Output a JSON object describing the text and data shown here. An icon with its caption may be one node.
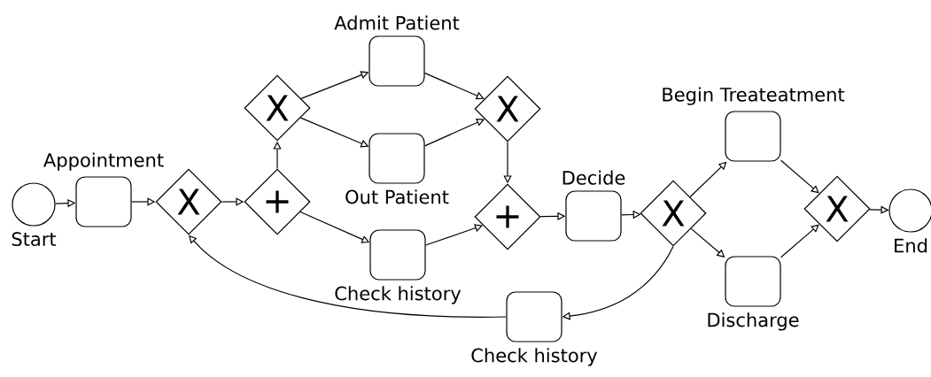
{
  "diagram": {
    "nodes": [
      {
        "text": [
          "Start"
        ]
      },
      {
        "text": [
          "Appointment"
        ]
      },
      {
        "text": [
          "X"
        ]
      },
      {
        "text": [
          "+"
        ]
      },
      {
        "text": [
          "X"
        ]
      },
      {
        "text": [
          "Admit Patient"
        ]
      },
      {
        "text": [
          "Out Patient"
        ]
      },
      {
        "text": [
          "Check history"
        ]
      },
      {
        "text": [
          "X"
        ]
      },
      {
        "text": [
          "+"
        ]
      },
      {
        "text": [
          "Decide"
        ]
      },
      {
        "text": [
          "X"
        ]
      },
      {
        "text": [
          "Begin Treateatment"
        ]
      },
      {
        "text": [
          "Discharge"
        ]
      },
      {
        "text": [
          "X"
        ]
      },
      {
        "text": [
          "End"
        ]
      },
      {
        "text": [
          "Check history"
        ]
      }
    ],
    "edges": [
      {
        "from": 0,
        "to": 1,
        "arrow": "to"
      },
      {
        "from": 1,
        "to": 2,
        "arrow": "to"
      },
      {
        "from": 2,
        "to": 3,
        "arrow": "to"
      },
      {
        "from": 3,
        "to": 4,
        "arrow": "to"
      },
      {
        "from": 4,
        "to": 5,
        "arrow": "to"
      },
      {
        "from": 4,
        "to": 6,
        "arrow": "to"
      },
      {
        "from": 3,
        "to": 7,
        "arrow": "to"
      },
      {
        "from": 5,
        "to": 8,
        "arrow": "to"
      },
      {
        "from": 6,
        "to": 8,
        "arrow": "to"
      },
      {
        "from": 8,
        "to": 9,
        "arrow": "to"
      },
      {
        "from": 7,
        "to": 9,
        "arrow": "to"
      },
      {
        "from": 9,
        "to": 10,
        "arrow": "to"
      },
      {
        "from": 10,
        "to": 11,
        "arrow": "to"
      },
      {
        "from": 11,
        "to": 12,
        "arrow": "to"
      },
      {
        "from": 11,
        "to": 13,
        "arrow": "to"
      },
      {
        "from": 12,
        "to": 14,
        "arrow": "to"
      },
      {
        "from": 13,
        "to": 14,
        "arrow": "to"
      },
      {
        "from": 14,
        "to": 15,
        "arrow": "to"
      },
      {
        "from": 11,
        "to": 16,
        "arrow": "to"
      },
      {
        "from": 16,
        "to": 2,
        "arrow": "to"
      }
    ]
  }
}
